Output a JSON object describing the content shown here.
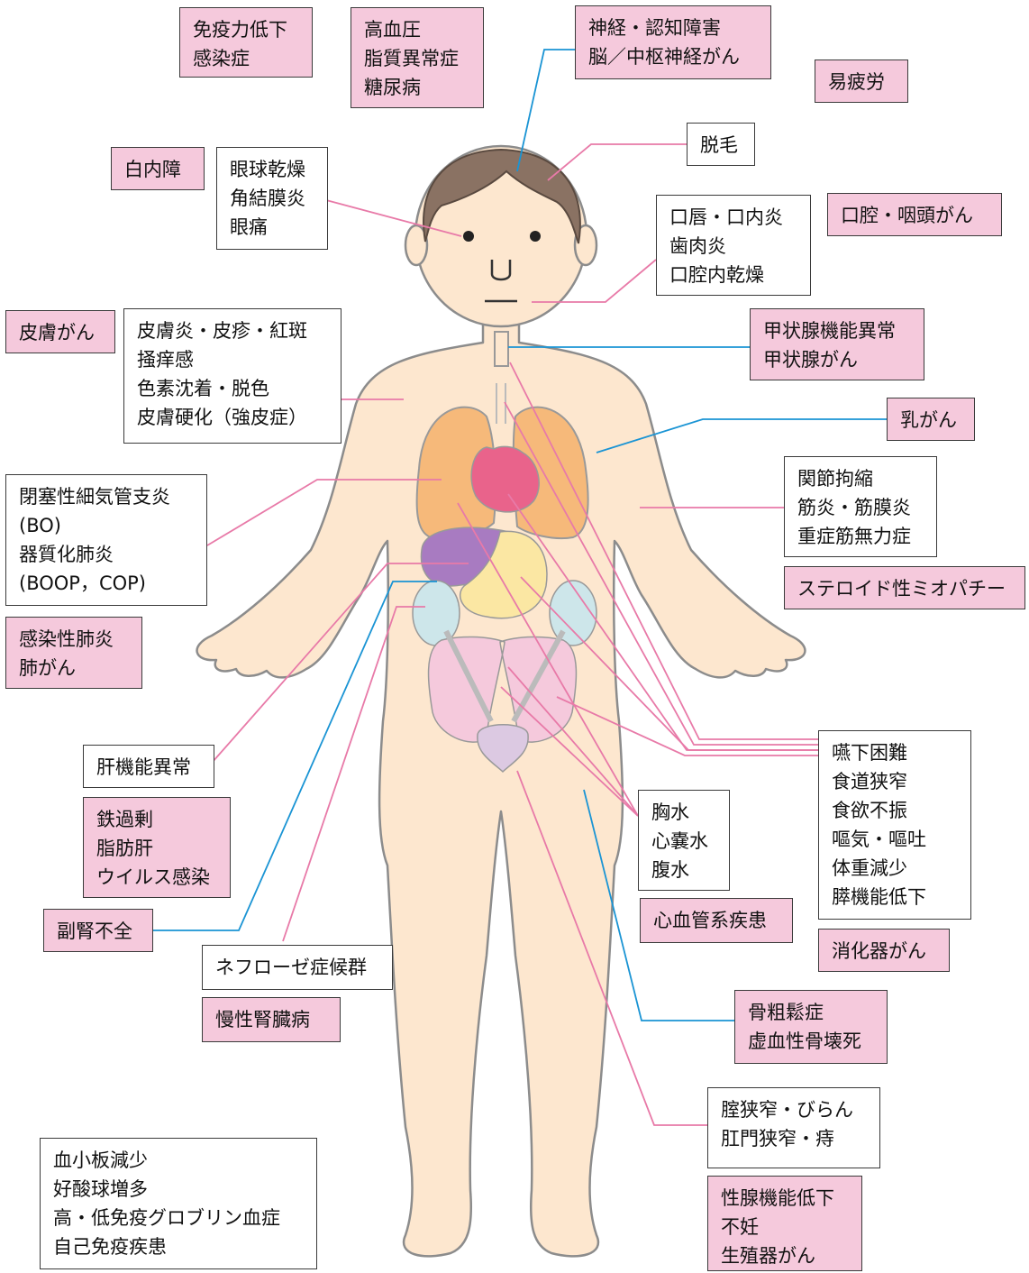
{
  "colors": {
    "pink_box": "#f5c9dc",
    "white_box": "#ffffff",
    "pink_line": "#e87aa8",
    "blue_line": "#1a94d4",
    "skin": "#fde7cf",
    "hair": "#8a7263",
    "lung": "#f6b97a",
    "heart": "#e9638b",
    "liver": "#a87bc1",
    "stomach": "#fbe7a3",
    "kidney": "#cde6ea",
    "intestine": "#f5c9dc",
    "bladder": "#dcc9e2"
  },
  "labels": {
    "immune": [
      "免疫力低下",
      "感染症"
    ],
    "metabolic": [
      "高血圧",
      "脂質異常症",
      "糖尿病"
    ],
    "neuro": [
      "神経・認知障害",
      "脳／中枢神経がん"
    ],
    "fatigue": [
      "易疲労"
    ],
    "alopecia": [
      "脱毛"
    ],
    "cataract": [
      "白内障"
    ],
    "eye": [
      "眼球乾燥",
      "角結膜炎",
      "眼痛"
    ],
    "oral": [
      "口唇・口内炎",
      "歯肉炎",
      "口腔内乾燥"
    ],
    "oral_cancer": [
      "口腔・咽頭がん"
    ],
    "skin_cancer": [
      "皮膚がん"
    ],
    "skin": [
      "皮膚炎・皮疹・紅斑",
      "掻痒感",
      "色素沈着・脱色",
      "皮膚硬化（強皮症）"
    ],
    "thyroid": [
      "甲状腺機能異常",
      "甲状腺がん"
    ],
    "breast": [
      "乳がん"
    ],
    "lung": [
      "閉塞性細気管支炎",
      "(BO)",
      "器質化肺炎",
      "(BOOP，COP)"
    ],
    "joint": [
      "関節拘縮",
      "筋炎・筋膜炎",
      "重症筋無力症"
    ],
    "myopathy": [
      "ステロイド性ミオパチー"
    ],
    "lung_cancer": [
      "感染性肺炎",
      "肺がん"
    ],
    "liver": [
      "肝機能異常"
    ],
    "iron": [
      "鉄過剰",
      "脂肪肝",
      "ウイルス感染"
    ],
    "gi": [
      "嚥下困難",
      "食道狭窄",
      "食欲不振",
      "嘔気・嘔吐",
      "体重減少",
      "膵機能低下"
    ],
    "effusion": [
      "胸水",
      "心嚢水",
      "腹水"
    ],
    "adrenal": [
      "副腎不全"
    ],
    "cardio": [
      "心血管系疾患"
    ],
    "gi_cancer": [
      "消化器がん"
    ],
    "nephrotic": [
      "ネフローゼ症候群"
    ],
    "ckd": [
      "慢性腎臓病"
    ],
    "bone": [
      "骨粗鬆症",
      "虚血性骨壊死"
    ],
    "genital": [
      "腟狭窄・びらん",
      "肛門狭窄・痔"
    ],
    "gonad": [
      "性腺機能低下",
      "不妊",
      "生殖器がん"
    ],
    "blood": [
      "血小板減少",
      "好酸球増多",
      "高・低免疫グロブリン血症",
      "自己免疫疾患"
    ]
  }
}
